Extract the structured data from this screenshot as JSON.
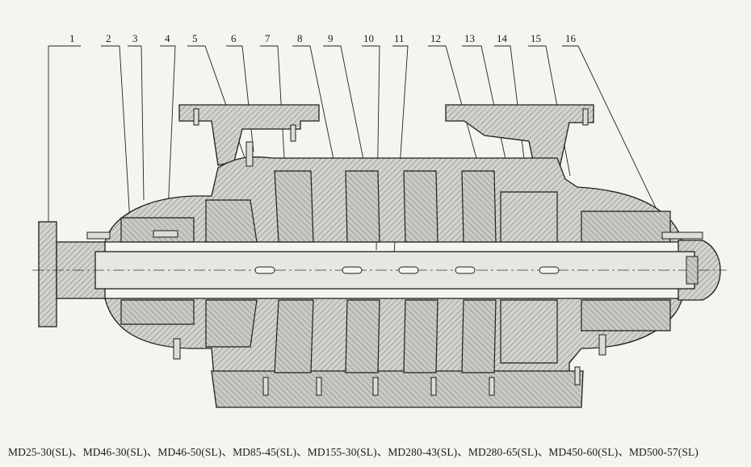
{
  "part_numbers": [
    "1",
    "2",
    "3",
    "4",
    "5",
    "6",
    "7",
    "8",
    "9",
    "10",
    "11",
    "12",
    "13",
    "14",
    "15",
    "16"
  ],
  "caption": "MD25-30(SL)、MD46-30(SL)、MD46-50(SL)、MD85-45(SL)、MD155-30(SL)、MD280-43(SL)、MD280-65(SL)、MD450-60(SL)、MD500-57(SL)",
  "colors": {
    "casing": "#d2d2cf",
    "hatch": "#7d7d7d",
    "line": "#1e1e1e",
    "background": "#f4f4f1",
    "shaft": "#e6e6e3"
  }
}
